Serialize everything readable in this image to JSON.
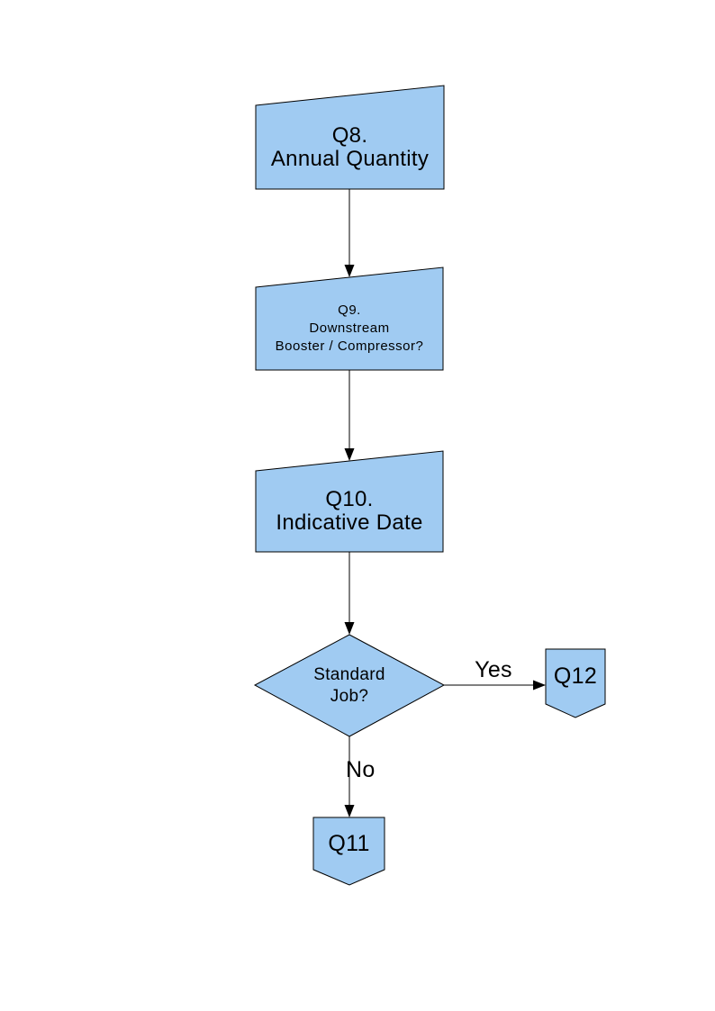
{
  "colors": {
    "background": "#FFFFFF",
    "shape_fill": "#A0CBF2",
    "shape_border": "#000000",
    "line": "#000000",
    "text": "#000000"
  },
  "flowchart": {
    "nodes": {
      "q8": {
        "shape": "manual-input",
        "lines": [
          "Q8.",
          "Annual Quantity"
        ]
      },
      "q9": {
        "shape": "manual-input",
        "lines": [
          "Q9.",
          "Downstream",
          "Booster / Compressor?"
        ]
      },
      "q10": {
        "shape": "manual-input",
        "lines": [
          "Q10.",
          "Indicative Date"
        ]
      },
      "standard_job": {
        "shape": "decision",
        "lines": [
          "Standard",
          "Job?"
        ]
      },
      "q12": {
        "shape": "off-page-connector",
        "label": "Q12"
      },
      "q11": {
        "shape": "off-page-connector",
        "label": "Q11"
      }
    },
    "edges": [
      {
        "from": "q8",
        "to": "q9",
        "label": ""
      },
      {
        "from": "q9",
        "to": "q10",
        "label": ""
      },
      {
        "from": "q10",
        "to": "standard_job",
        "label": ""
      },
      {
        "from": "standard_job",
        "to": "q12",
        "label": "Yes"
      },
      {
        "from": "standard_job",
        "to": "q11",
        "label": "No"
      }
    ]
  }
}
